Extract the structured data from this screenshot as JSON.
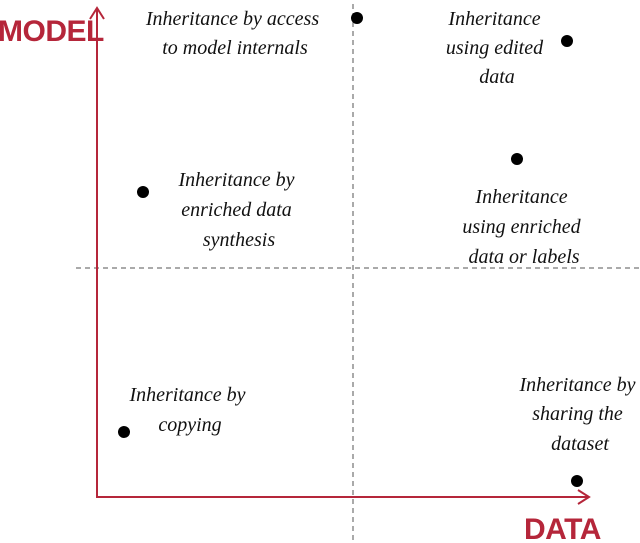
{
  "colors": {
    "axis": "#b5263a",
    "text": "#111111",
    "divider": "#555555",
    "dot": "#000000"
  },
  "axes": {
    "y_title": "MODEL",
    "x_title": "DATA"
  },
  "points": [
    {
      "id": "access-model-internals",
      "lines": [
        "Inheritance by access",
        "to model internals"
      ]
    },
    {
      "id": "edited-data",
      "lines": [
        "Inheritance",
        "using edited",
        "data"
      ]
    },
    {
      "id": "enriched-data-synthesis",
      "lines": [
        "Inheritance by",
        "enriched data",
        "synthesis"
      ]
    },
    {
      "id": "enriched-data-labels",
      "lines": [
        "Inheritance",
        "using enriched",
        "data or labels"
      ]
    },
    {
      "id": "copying",
      "lines": [
        "Inheritance by",
        "copying"
      ]
    },
    {
      "id": "sharing-dataset",
      "lines": [
        "Inheritance by",
        "sharing the",
        "dataset"
      ]
    }
  ]
}
